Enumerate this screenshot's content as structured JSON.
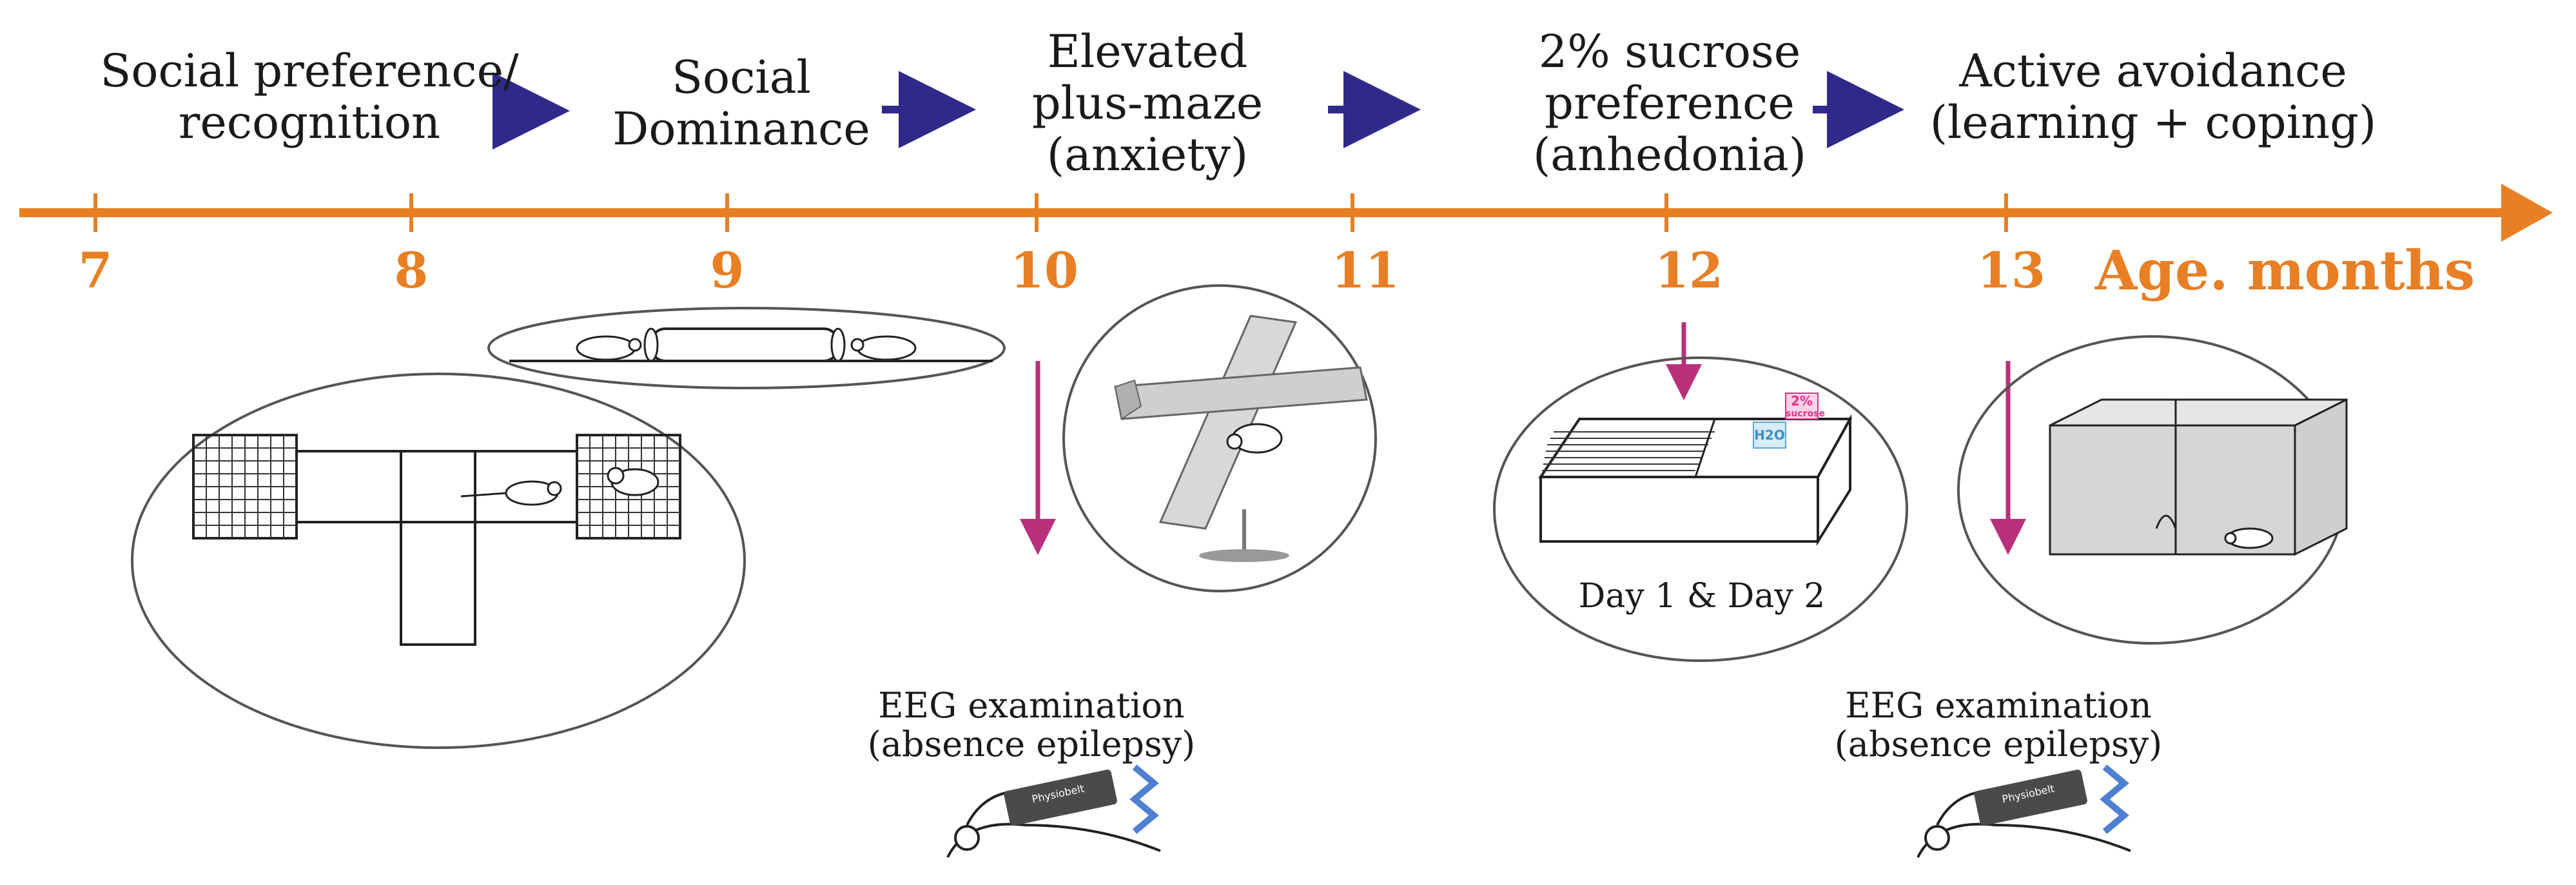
{
  "phases": [
    {
      "label_line1": "Social preference/",
      "label_line2": "recognition"
    },
    {
      "label_line1": "Social",
      "label_line2": "Dominance"
    },
    {
      "label_line1": "Elevated",
      "label_line2": "plus-maze",
      "label_line3": "(anxiety)"
    },
    {
      "label_line1": "2% sucrose",
      "label_line2": "preference",
      "label_line3": "(anhedonia)"
    },
    {
      "label_line1": "Active avoidance",
      "label_line2": "(learning + coping)"
    }
  ],
  "axis": {
    "ticks": [
      "7",
      "8",
      "9",
      "10",
      "11",
      "12",
      "13"
    ],
    "title": "Age. months"
  },
  "eeg": [
    {
      "line1": "EEG examination",
      "line2": "(absence epilepsy)",
      "device_label": "Physiobelt"
    },
    {
      "line1": "EEG examination",
      "line2": "(absence epilepsy)",
      "device_label": "Physiobelt"
    }
  ],
  "sucrose_test": {
    "day_label": "Day 1 & Day 2",
    "bottle_top": "2%",
    "bottle_bottom": "sucrose",
    "water_label": "H2O"
  },
  "colors": {
    "timeline": "#e87f24",
    "sequence_arrow": "#2f2a8a",
    "eeg_arrow": "#b8307a",
    "bluetooth": "#4f7fd1"
  },
  "icons": [
    "chevron-right-icon",
    "bluetooth-icon",
    "rat-icon",
    "physiobelt-device-icon"
  ]
}
